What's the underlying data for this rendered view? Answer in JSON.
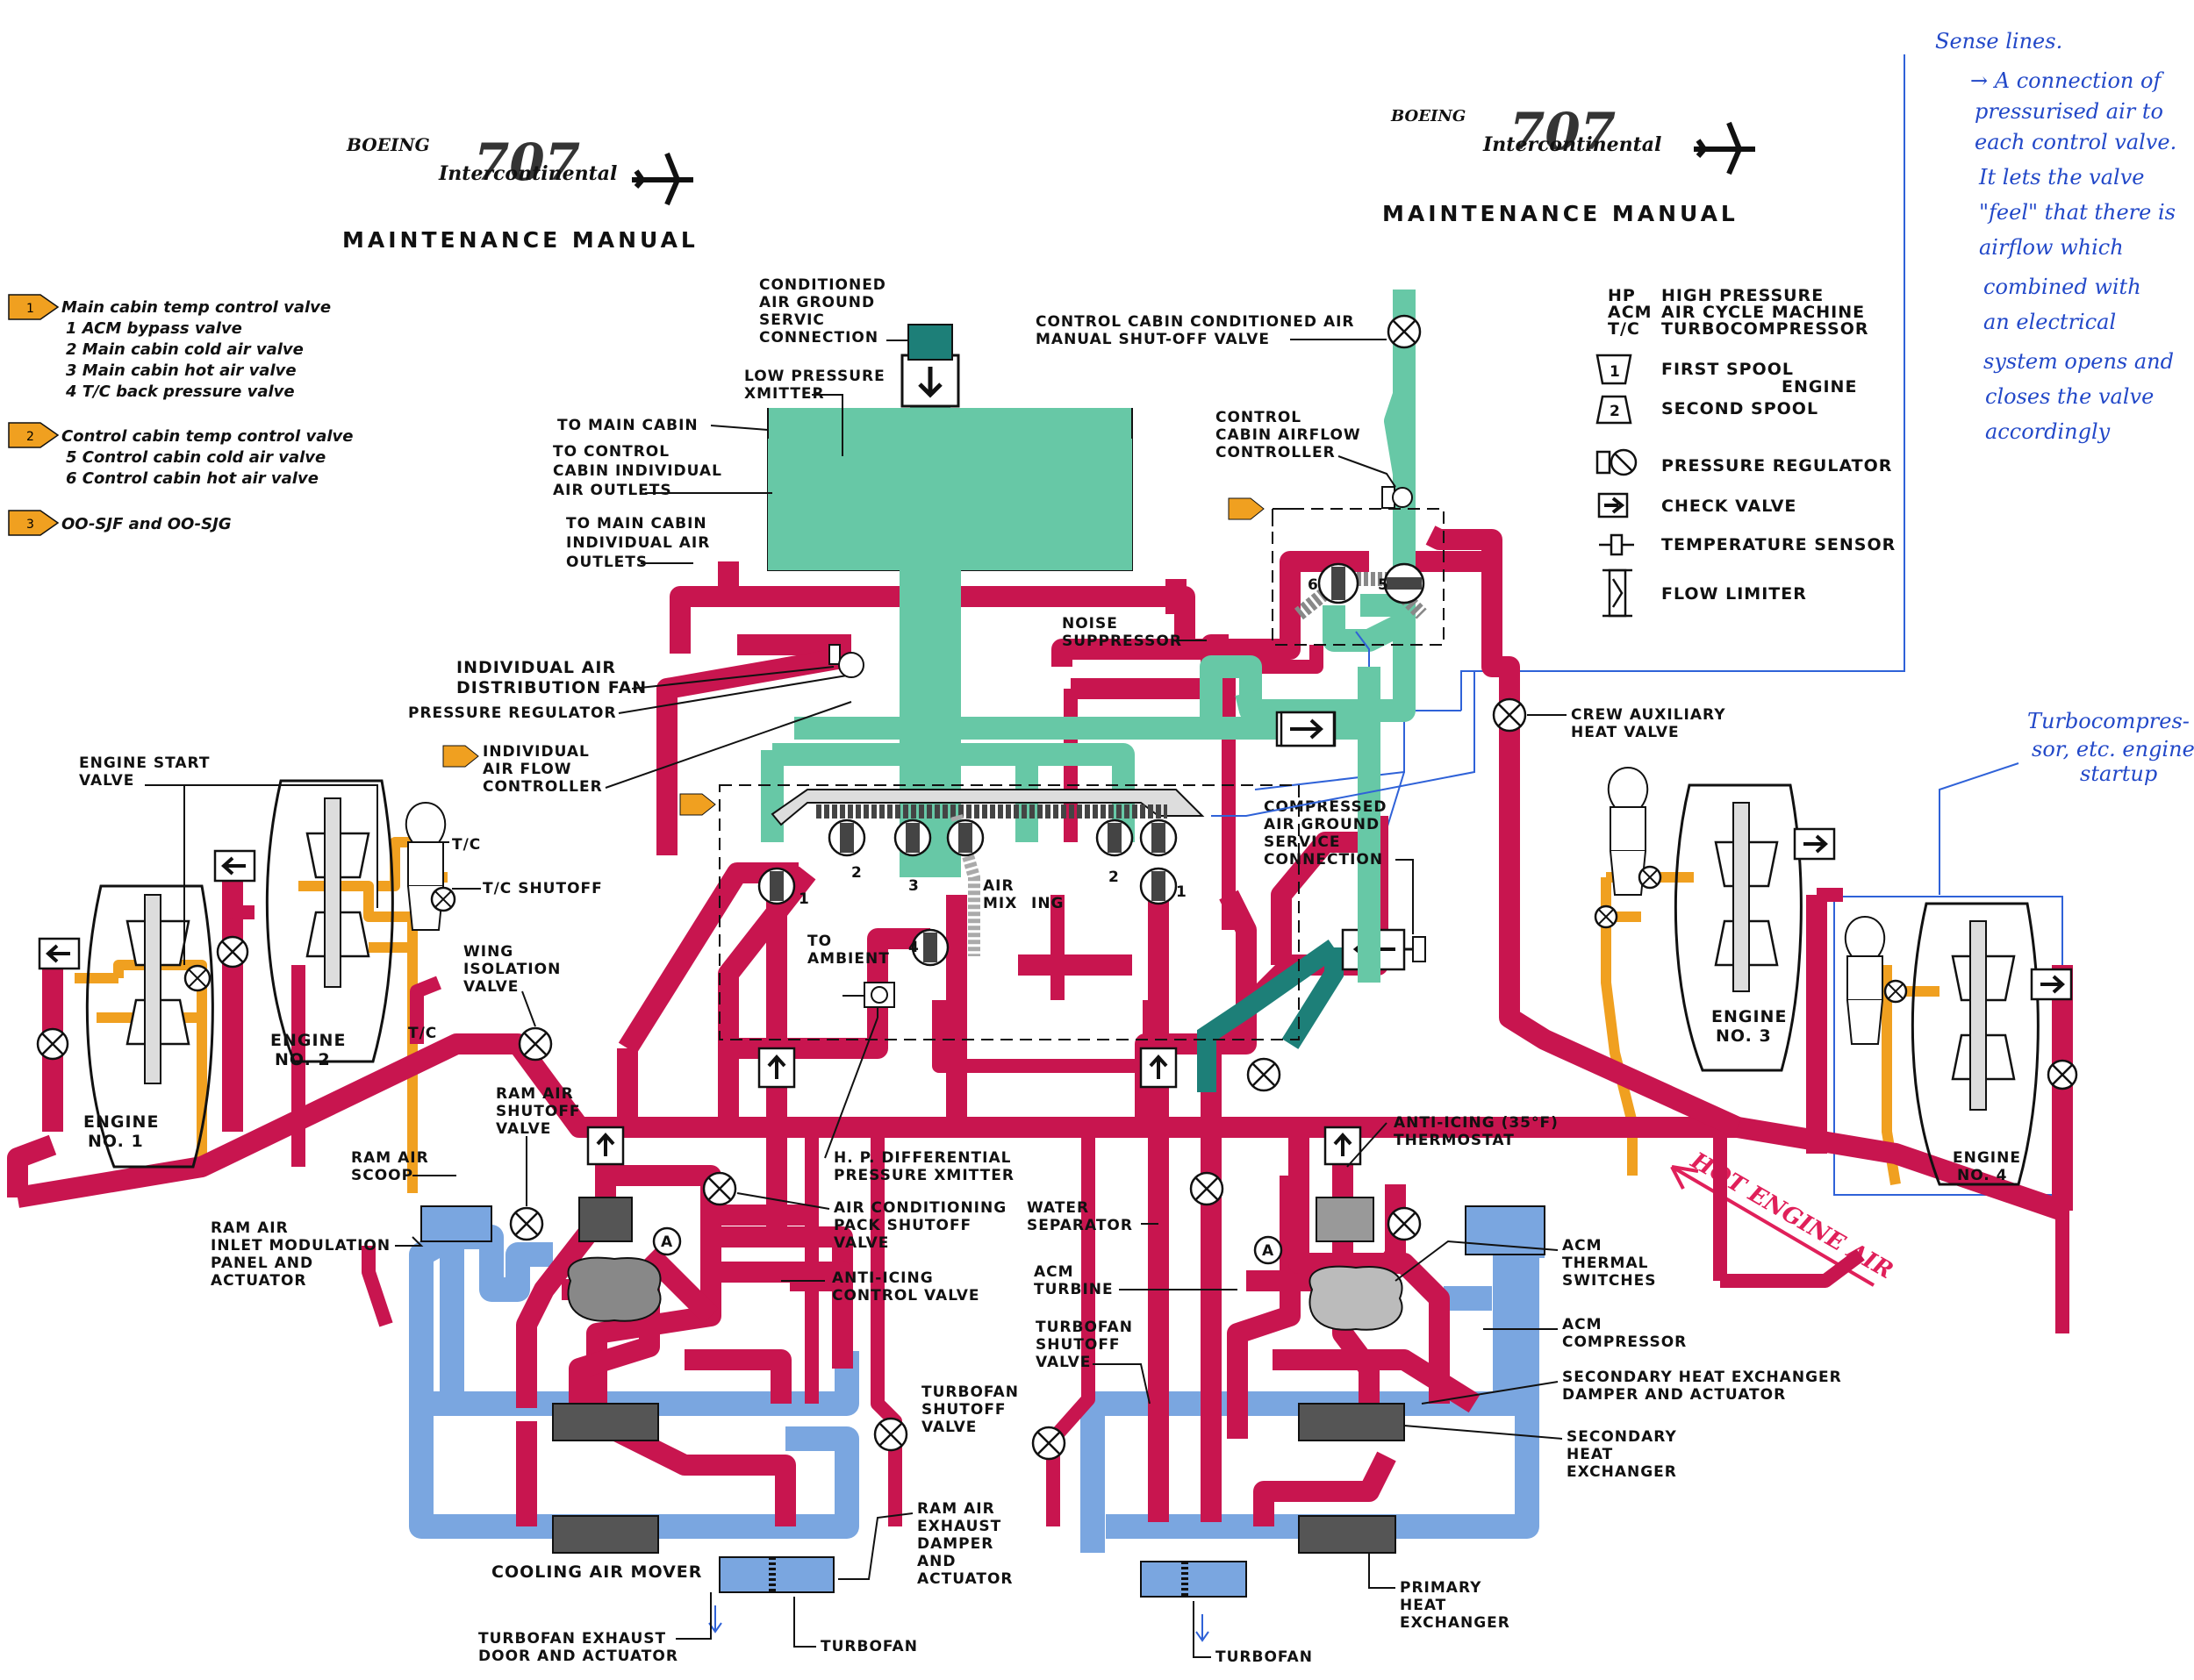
{
  "header": {
    "left": {
      "brand": "BOEING",
      "model": "707",
      "series": "Intercontinental",
      "manual": "MAINTENANCE MANUAL"
    },
    "right": {
      "brand": "BOEING",
      "model": "707",
      "series": "Intercontinental",
      "manual": "MAINTENANCE MANUAL"
    }
  },
  "legend_left": {
    "groups": [
      {
        "marker": "1",
        "title": "Main cabin temp control valve",
        "items": [
          "1  ACM bypass valve",
          "2  Main cabin cold air valve",
          "3  Main cabin hot air valve",
          "4  T/C back pressure valve"
        ]
      },
      {
        "marker": "2",
        "title": "Control cabin temp control valve",
        "items": [
          "5  Control cabin cold air valve",
          "6  Control cabin hot air valve"
        ]
      },
      {
        "marker": "3",
        "title": "OO-SJF and OO-SJG",
        "items": []
      }
    ],
    "marker_color": "#f0a020"
  },
  "legend_right": {
    "abbreviations": [
      {
        "key": "HP",
        "value": "HIGH PRESSURE"
      },
      {
        "key": "ACM",
        "value": "AIR CYCLE MACHINE"
      },
      {
        "key": "T/C",
        "value": "TURBOCOMPRESSOR"
      }
    ],
    "symbols": [
      {
        "icon": "first-spool-icon",
        "label": "FIRST SPOOL"
      },
      {
        "icon": "second-spool-icon",
        "label": "SECOND SPOOL"
      },
      {
        "icon": "pressure-regulator-icon",
        "label": "PRESSURE REGULATOR"
      },
      {
        "icon": "check-valve-icon",
        "label": "CHECK  VALVE"
      },
      {
        "icon": "temperature-sensor-icon",
        "label": "TEMPERATURE SENSOR"
      },
      {
        "icon": "flow-limiter-icon",
        "label": "FLOW LIMITER"
      }
    ],
    "engine_label": "ENGINE"
  },
  "notes": {
    "sense_title": "Sense lines.",
    "sense_lines": [
      "→ A connection of",
      "pressurised air to",
      "each control valve.",
      "It lets the valve",
      "\"feel\" that there is",
      "airflow which",
      "combined with",
      "an electrical",
      "system  opens and",
      "closes the valve",
      "accordingly"
    ],
    "turbo_lines": [
      "Turbocompres-",
      "sor, etc. engine",
      "startup"
    ],
    "hot_engine_air": "HOT ENGINE AIR"
  },
  "labels": {
    "conditioned_ground": [
      "CONDITIONED",
      "AIR GROUND",
      "SERVIC",
      "CONNECTION"
    ],
    "low_pressure_xmitter": [
      "LOW PRESSURE",
      "XMITTER"
    ],
    "to_main_cabin": "TO MAIN CABIN",
    "to_control_cabin": [
      "TO CONTROL",
      "CABIN INDIVIDUAL",
      "AIR OUTLETS"
    ],
    "to_main_cabin_individual": [
      "TO MAIN CABIN",
      "INDIVIDUAL AIR",
      "OUTLETS"
    ],
    "individual_fan": [
      "INDIVIDUAL AIR",
      "DISTRIBUTION FAN"
    ],
    "pressure_regulator": "PRESSURE REGULATOR",
    "individual_flow_ctrl": [
      "INDIVIDUAL",
      "AIR FLOW",
      "CONTROLLER"
    ],
    "engine_start_valve": [
      "ENGINE START",
      "VALVE"
    ],
    "tc": "T/C",
    "tc_shutoff": "T/C SHUTOFF",
    "wing_isolation": [
      "WING",
      "ISOLATION",
      "VALVE"
    ],
    "tc_small": "T/C",
    "engine1": [
      "ENGINE",
      "NO. 1"
    ],
    "engine2": [
      "ENGINE",
      "NO. 2"
    ],
    "engine3": [
      "ENGINE",
      "NO. 3"
    ],
    "engine4": [
      "ENGINE",
      "NO. 4"
    ],
    "ram_air_shutoff": [
      "RAM AIR",
      "SHUTOFF",
      "VALVE"
    ],
    "ram_air_scoop": [
      "RAM AIR",
      "SCOOP"
    ],
    "ram_air_inlet": [
      "RAM AIR",
      "INLET MODULATION",
      "PANEL AND",
      "ACTUATOR"
    ],
    "hp_diff": [
      "H. P. DIFFERENTIAL",
      "PRESSURE XMITTER"
    ],
    "ac_pack_shutoff": [
      "AIR CONDITIONING",
      "PACK SHUTOFF",
      "VALVE"
    ],
    "anti_icing_valve": [
      "ANTI-ICING",
      "CONTROL VALVE"
    ],
    "turbofan_shutoff_left": [
      "TURBOFAN",
      "SHUTOFF",
      "VALVE"
    ],
    "ram_air_exhaust": [
      "RAM AIR",
      "EXHAUST",
      "DAMPER",
      "AND",
      "ACTUATOR"
    ],
    "cooling_air_mover": "COOLING AIR MOVER",
    "turbofan_exhaust": [
      "TURBOFAN EXHAUST",
      "DOOR AND ACTUATOR"
    ],
    "turbofan_left": "TURBOFAN",
    "turbofan_right": "TURBOFAN",
    "control_cabin_shutoff": [
      "CONTROL CABIN CONDITIONED AIR",
      "MANUAL SHUT-OFF VALVE"
    ],
    "control_cabin_airflow": [
      "CONTROL",
      "CABIN AIRFLOW",
      "CONTROLLER"
    ],
    "noise_suppressor": [
      "NOISE",
      "SUPPRESSOR"
    ],
    "crew_aux": [
      "CREW AUXILIARY",
      "HEAT VALVE"
    ],
    "compressed_ground": [
      "COMPRESSED",
      "AIR GROUND",
      "SERVICE",
      "CONNECTION"
    ],
    "air_mix": [
      "AIR",
      "MIX",
      "ING"
    ],
    "to_ambient": [
      "TO",
      "AMBIENT"
    ],
    "anti_icing_thermo": [
      "ANTI-ICING (35°F)",
      "THERMOSTAT"
    ],
    "water_separator": [
      "WATER",
      "SEPARATOR"
    ],
    "acm_thermal": [
      "ACM",
      "THERMAL",
      "SWITCHES"
    ],
    "acm_turbine": [
      "ACM",
      "TURBINE"
    ],
    "acm_compressor": [
      "ACM",
      "COMPRESSOR"
    ],
    "turbofan_shutoff_right": [
      "TURBOFAN",
      "SHUTOFF",
      "VALVE"
    ],
    "secondary_hx_damper": [
      "SECONDARY HEAT EXCHANGER",
      "DAMPER AND ACTUATOR"
    ],
    "secondary_hx": [
      "SECONDARY",
      "HEAT",
      "EXCHANGER"
    ],
    "primary_hx": [
      "PRIMARY",
      "HEAT",
      "EXCHANGER"
    ],
    "valve_nums": [
      "1",
      "2",
      "3",
      "4",
      "5",
      "6",
      "1",
      "2"
    ]
  },
  "colors": {
    "hot_air": "#c8154f",
    "engine_bleed": "#f0a020",
    "conditioned_air": "#67c8a6",
    "ram_air": "#7aa6e0",
    "ground_air": "#1d7f78",
    "annotation": "#2248c8"
  }
}
